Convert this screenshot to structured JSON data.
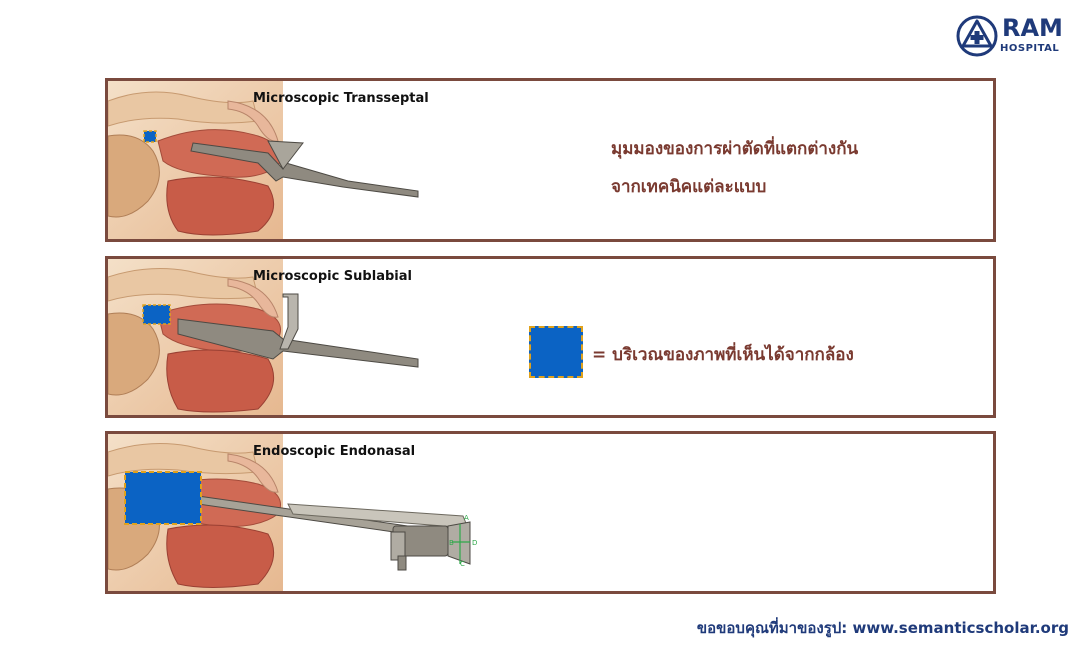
{
  "logo": {
    "name": "RAM",
    "sub": "HOSPITAL"
  },
  "panels": [
    {
      "title": "Microscopic Transseptal"
    },
    {
      "title": "Microscopic Sublabial"
    },
    {
      "title": "Endoscopic Endonasal"
    }
  ],
  "caption": {
    "line1": "มุมมองของการผ่าตัดที่แตกต่างกัน",
    "line2": "จากเทคนิคแต่ละแบบ"
  },
  "legend": {
    "text": "= บริเวณของภาพที่เห็นได้จากกล้อง",
    "box_color": "#0b63c4",
    "border_color": "#e0a21c"
  },
  "endoscope_labels": [
    "A",
    "B",
    "C",
    "D"
  ],
  "credit": "ขอขอบคุณที่มาของรูป: www.semanticscholar.org",
  "colors": {
    "frame": "#7a4a3e",
    "caption": "#7a3a30",
    "credit": "#1f3a7a"
  }
}
